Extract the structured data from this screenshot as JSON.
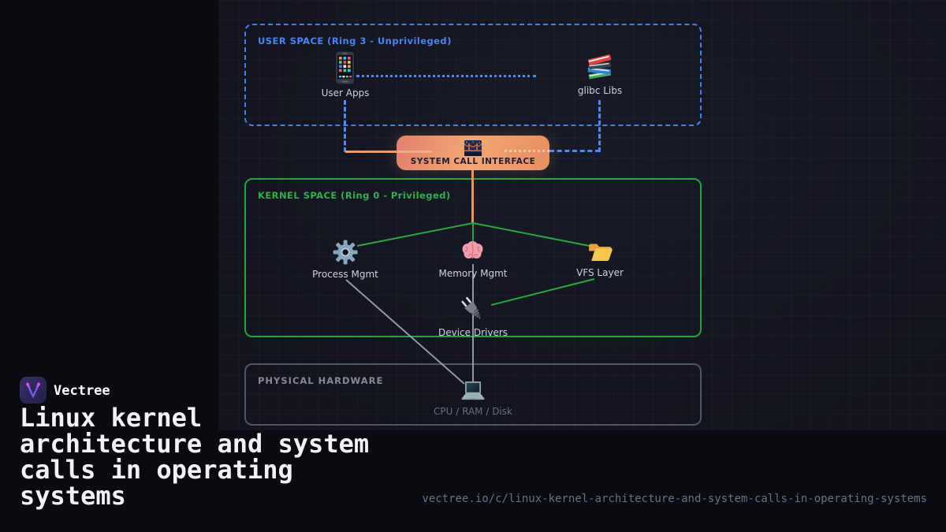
{
  "brand": {
    "name": "Vectree"
  },
  "title": "Linux kernel\narchitecture and system\ncalls in operating\nsystems",
  "footer_url": "vectree.io/c/linux-kernel-architecture-and-system-calls-in-operating-systems",
  "diagram": {
    "user_space": {
      "title": "USER SPACE (Ring 3 - Unprivileged)",
      "nodes": [
        {
          "label": "User Apps",
          "icon": "smartphone-icon"
        },
        {
          "label": "glibc Libs",
          "icon": "books-icon"
        }
      ]
    },
    "syscall_interface": {
      "title": "SYSTEM CALL INTERFACE",
      "icon": "bridge-night-icon"
    },
    "kernel_space": {
      "title": "KERNEL SPACE (Ring 0 - Privileged)",
      "nodes": [
        {
          "label": "Process Mgmt",
          "icon": "gear-icon"
        },
        {
          "label": "Memory Mgmt",
          "icon": "brain-icon"
        },
        {
          "label": "VFS Layer",
          "icon": "open-folder-icon"
        },
        {
          "label": "Device Drivers",
          "icon": "plug-icon"
        }
      ]
    },
    "hardware": {
      "title": "PHYSICAL HARDWARE",
      "nodes": [
        {
          "label": "CPU / RAM / Disk",
          "icon": "laptop-icon"
        }
      ]
    },
    "colors": {
      "user_space_blue": "#4486f6",
      "kernel_green": "#2aa63e",
      "hardware_gray": "#828b98",
      "syscall_orange": "#f09a5c",
      "line_gray": "#9aa8b8",
      "brand_purple": "#7e5cf0",
      "brand_magenta": "#d94cf0"
    }
  }
}
